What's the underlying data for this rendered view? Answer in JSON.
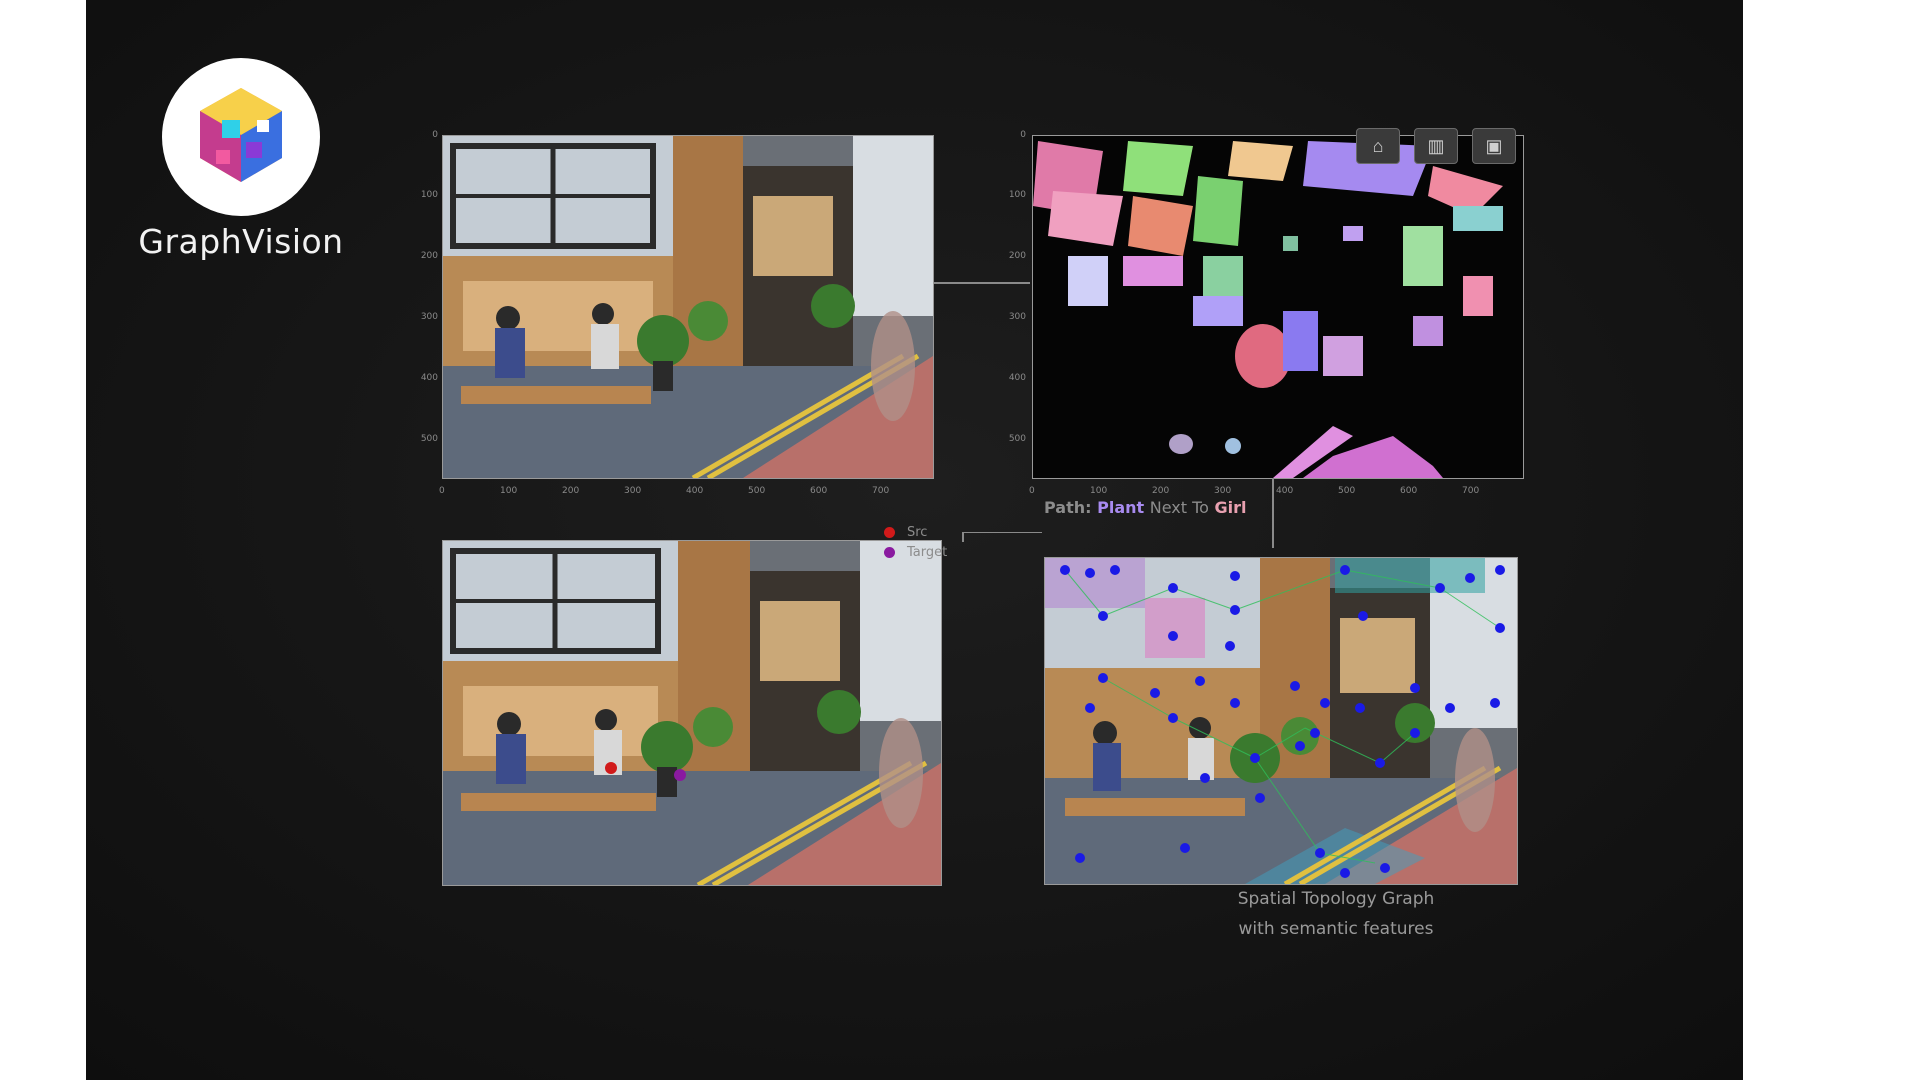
{
  "logo": {
    "text": "GraphVision",
    "icon": "cube-logo-icon"
  },
  "toolbar": {
    "items": [
      {
        "name": "home-icon",
        "glyph": "⌂"
      },
      {
        "name": "chart-icon",
        "glyph": "▥"
      },
      {
        "name": "save-icon",
        "glyph": "▣"
      }
    ]
  },
  "axes": {
    "x_ticks": [
      "0",
      "100",
      "200",
      "300",
      "400",
      "500",
      "600",
      "700"
    ],
    "y_ticks_left": [
      "0",
      "100",
      "200",
      "300",
      "400",
      "500"
    ],
    "y_ticks_right": [
      "0",
      "100",
      "200",
      "300",
      "400",
      "500"
    ]
  },
  "legend": {
    "items": [
      {
        "label": "Src",
        "color": "#d11a1a"
      },
      {
        "label": "Target",
        "color": "#8a1aa0"
      }
    ]
  },
  "path_label": {
    "prefix": "Path:",
    "node1": "Plant",
    "sep": "Next To",
    "node2": "Girl",
    "node1_color": "#a88bf0",
    "node2_color": "#e8a0b0"
  },
  "caption": {
    "line1": "Spatial Topology Graph",
    "line2": "with semantic features"
  },
  "colors": {
    "background": "#151515",
    "point": "#1a1ae6",
    "edge": "#2fbf5a"
  }
}
